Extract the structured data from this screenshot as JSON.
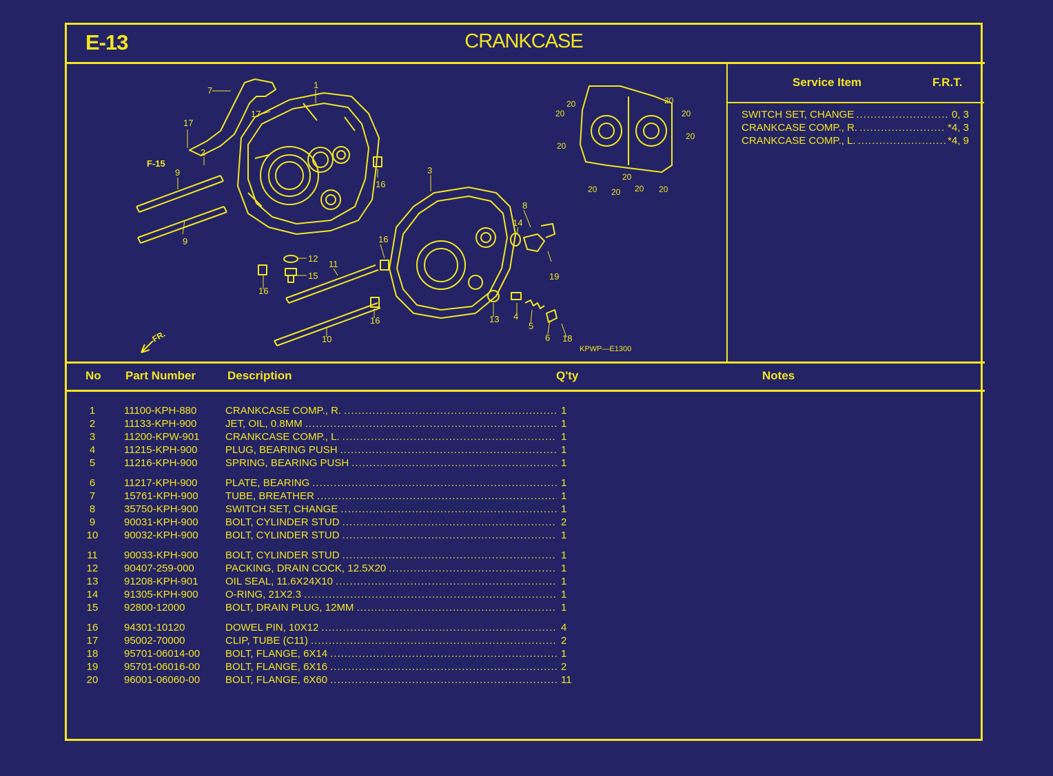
{
  "header": {
    "code": "E-13",
    "title": "CRANKCASE"
  },
  "service": {
    "col_item": "Service Item",
    "col_frt": "F.R.T.",
    "items": [
      {
        "name": "SWITCH SET, CHANGE",
        "frt": "0, 3"
      },
      {
        "name": "CRANKCASE COMP., R.",
        "frt": "*4, 3"
      },
      {
        "name": "CRANKCASE COMP., L.",
        "frt": "*4, 9"
      }
    ]
  },
  "diagram": {
    "code": "KPWP—E1300",
    "fr_label": "FR.",
    "ref_label": "F-15",
    "callouts": [
      "1",
      "2",
      "3",
      "4",
      "5",
      "6",
      "7",
      "8",
      "9",
      "9",
      "10",
      "11",
      "12",
      "13",
      "14",
      "15",
      "16",
      "16",
      "16",
      "16",
      "17",
      "17",
      "18",
      "19",
      "20"
    ]
  },
  "table": {
    "headers": {
      "no": "No",
      "part": "Part Number",
      "desc": "Description",
      "qty": "Q'ty",
      "notes": "Notes"
    },
    "rows": [
      {
        "no": "1",
        "part": "11100-KPH-880",
        "desc": "CRANKCASE COMP., R.",
        "qty": "1"
      },
      {
        "no": "2",
        "part": "11133-KPH-900",
        "desc": "JET, OIL, 0.8MM",
        "qty": "1"
      },
      {
        "no": "3",
        "part": "11200-KPW-901",
        "desc": "CRANKCASE COMP., L.",
        "qty": "1"
      },
      {
        "no": "4",
        "part": "11215-KPH-900",
        "desc": "PLUG, BEARING PUSH",
        "qty": "1"
      },
      {
        "no": "5",
        "part": "11216-KPH-900",
        "desc": "SPRING, BEARING PUSH",
        "qty": "1"
      },
      {
        "no": "6",
        "part": "11217-KPH-900",
        "desc": "PLATE, BEARING",
        "qty": "1"
      },
      {
        "no": "7",
        "part": "15761-KPH-900",
        "desc": "TUBE, BREATHER",
        "qty": "1"
      },
      {
        "no": "8",
        "part": "35750-KPH-900",
        "desc": "SWITCH SET, CHANGE",
        "qty": "1"
      },
      {
        "no": "9",
        "part": "90031-KPH-900",
        "desc": "BOLT, CYLINDER STUD",
        "qty": "2"
      },
      {
        "no": "10",
        "part": "90032-KPH-900",
        "desc": "BOLT, CYLINDER STUD",
        "qty": "1"
      },
      {
        "no": "11",
        "part": "90033-KPH-900",
        "desc": "BOLT, CYLINDER STUD",
        "qty": "1"
      },
      {
        "no": "12",
        "part": "90407-259-000",
        "desc": "PACKING, DRAIN COCK, 12.5X20",
        "qty": "1"
      },
      {
        "no": "13",
        "part": "91208-KPH-901",
        "desc": "OIL SEAL, 11.6X24X10",
        "qty": "1"
      },
      {
        "no": "14",
        "part": "91305-KPH-900",
        "desc": "O-RING, 21X2.3",
        "qty": "1"
      },
      {
        "no": "15",
        "part": "92800-12000",
        "desc": "BOLT, DRAIN PLUG, 12MM",
        "qty": "1"
      },
      {
        "no": "16",
        "part": "94301-10120",
        "desc": "DOWEL PIN, 10X12",
        "qty": "4"
      },
      {
        "no": "17",
        "part": "95002-70000",
        "desc": "CLIP, TUBE (C11)",
        "qty": "2"
      },
      {
        "no": "18",
        "part": "95701-06014-00",
        "desc": "BOLT, FLANGE, 6X14",
        "qty": "1"
      },
      {
        "no": "19",
        "part": "95701-06016-00",
        "desc": "BOLT, FLANGE, 6X16",
        "qty": "2"
      },
      {
        "no": "20",
        "part": "96001-06060-00",
        "desc": "BOLT, FLANGE, 6X60",
        "qty": "11"
      }
    ]
  },
  "colors": {
    "background": "#232366",
    "ink": "#f5e61e"
  }
}
